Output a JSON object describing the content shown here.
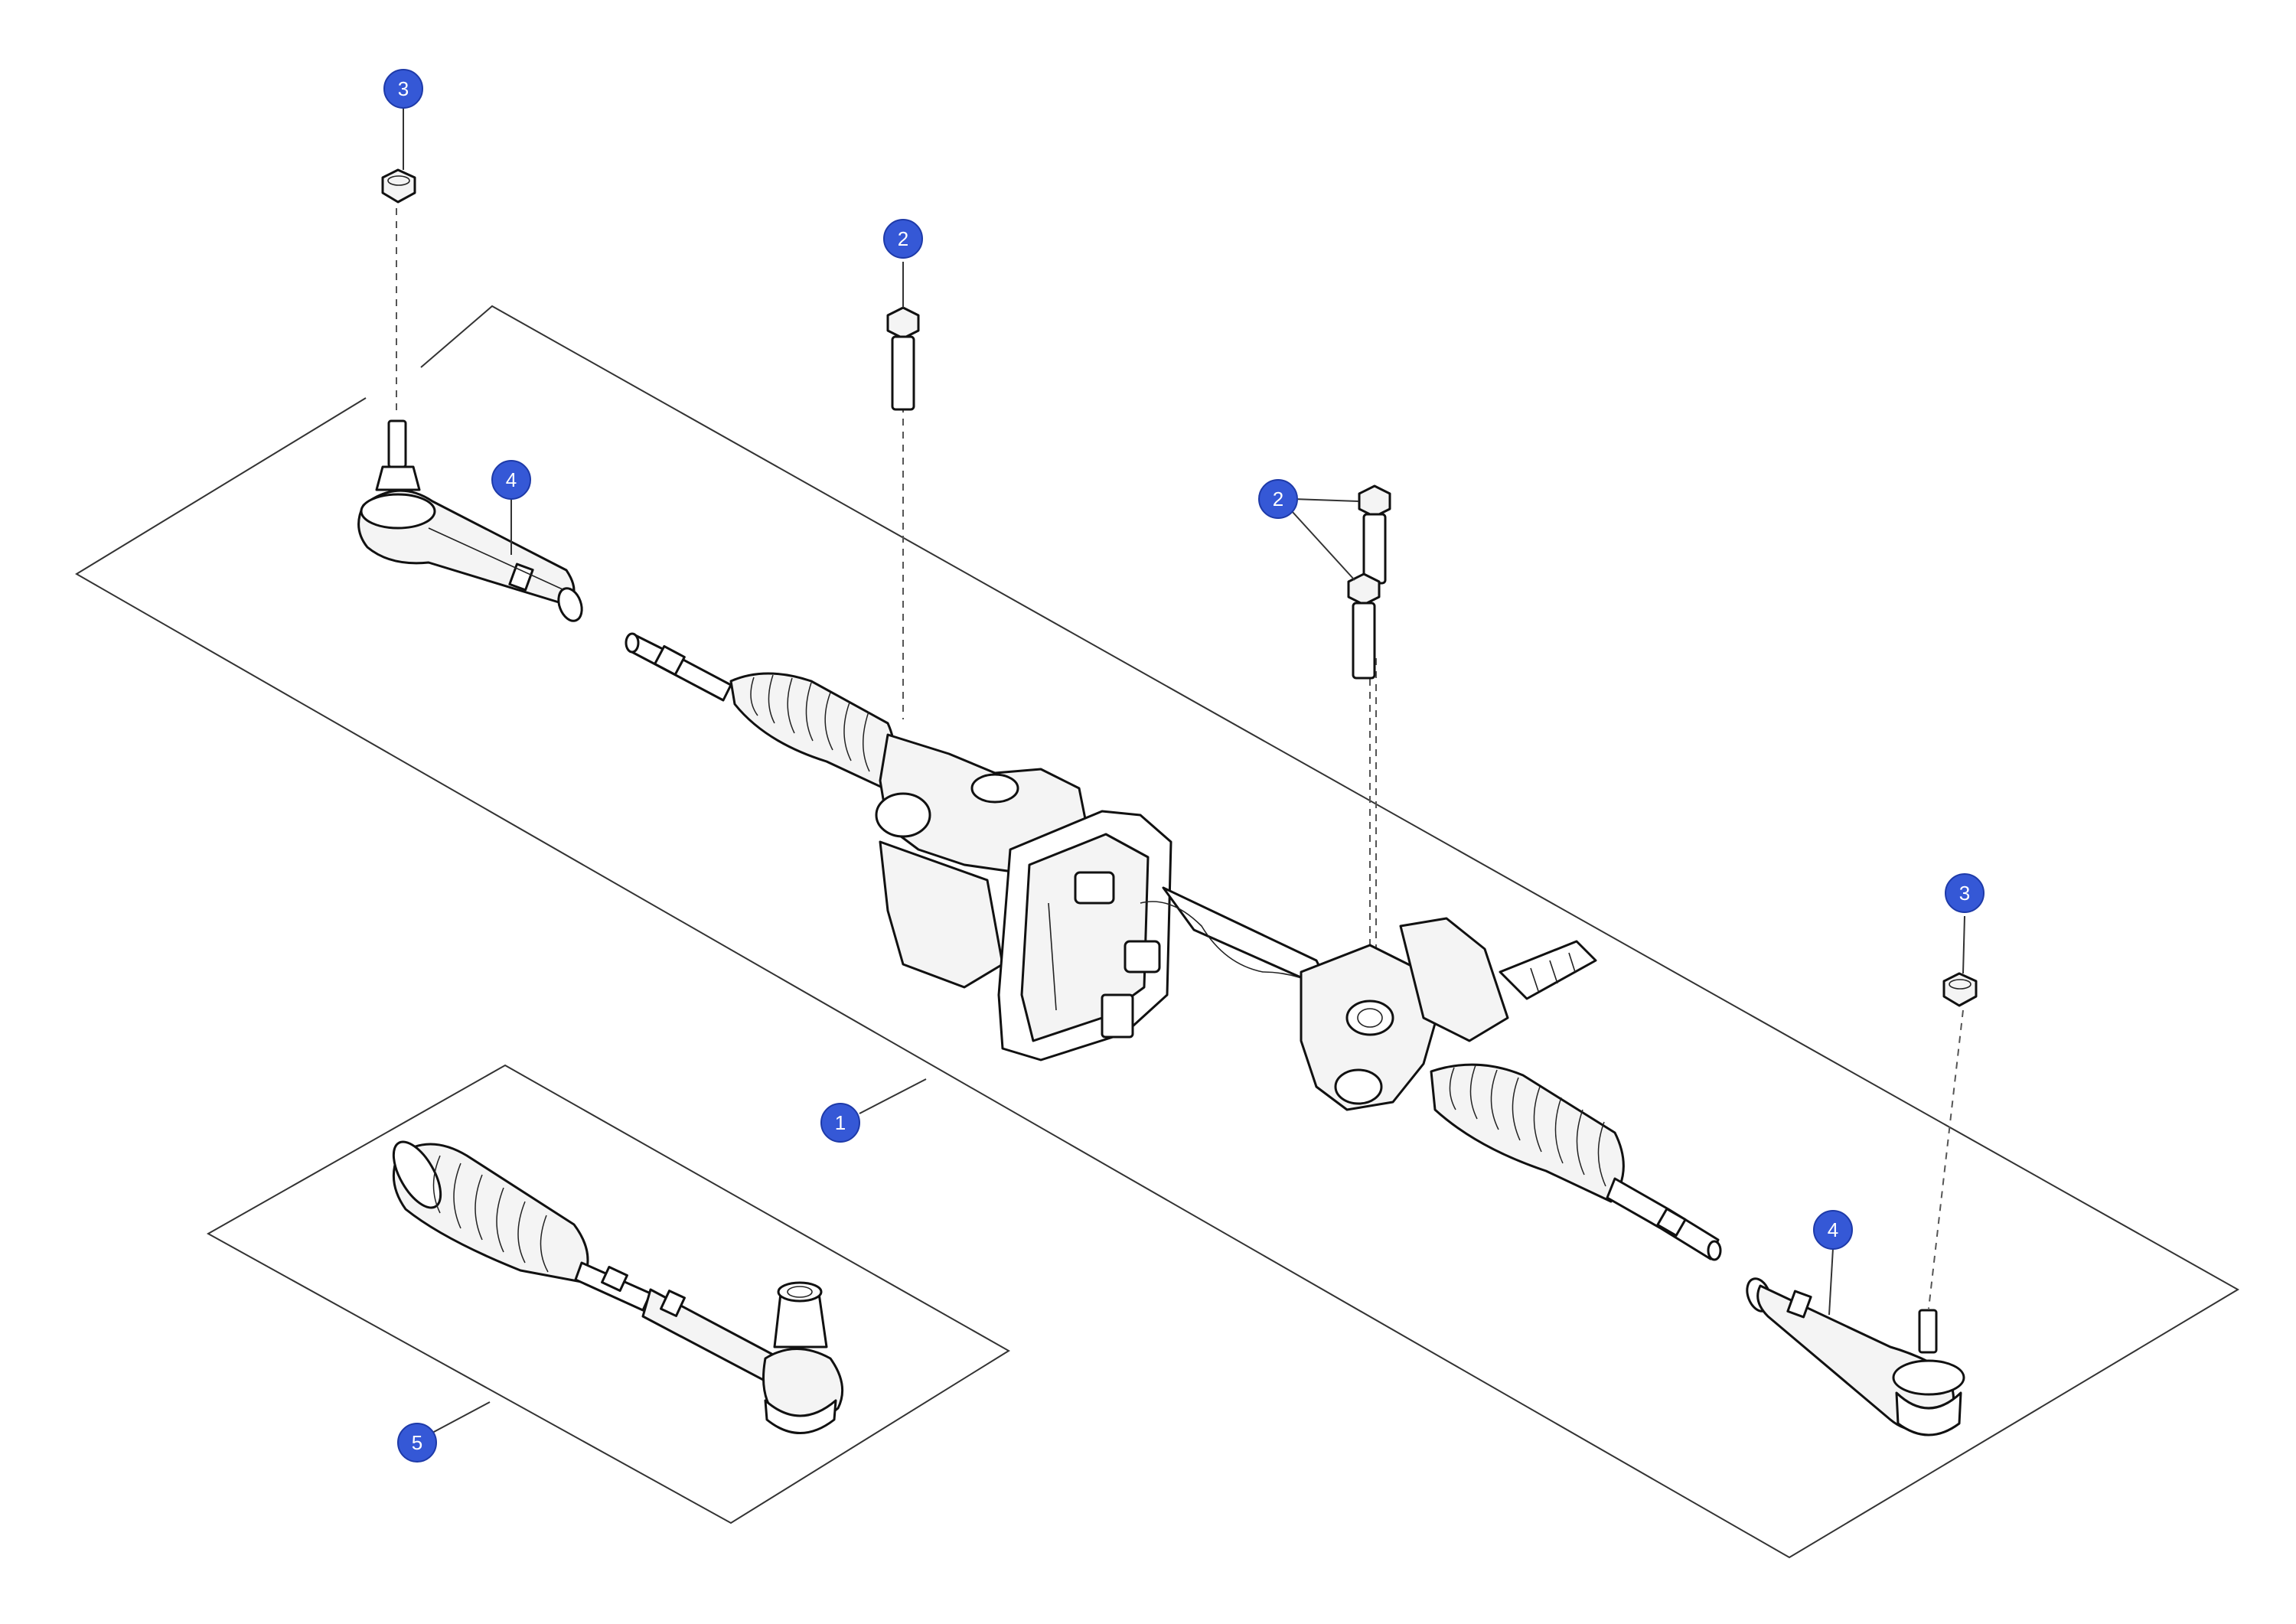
{
  "callouts": {
    "c1": {
      "label": "1"
    },
    "c2a": {
      "label": "2"
    },
    "c2b": {
      "label": "2"
    },
    "c3a": {
      "label": "3"
    },
    "c3b": {
      "label": "3"
    },
    "c4a": {
      "label": "4"
    },
    "c4b": {
      "label": "4"
    },
    "c5": {
      "label": "5"
    }
  },
  "colors": {
    "callout_fill": "#3558d6",
    "line": "#333333"
  }
}
